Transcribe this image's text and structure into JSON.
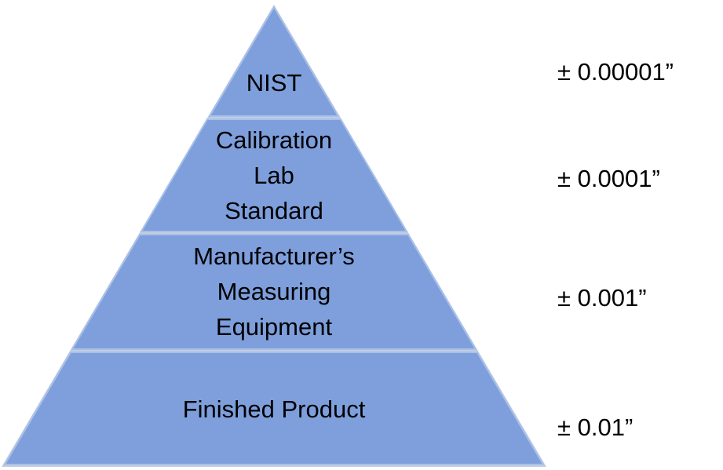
{
  "title": "Measurement traceability pyramid",
  "colors": {
    "fill": "#7e9fdc",
    "edge": "#a9c0e8",
    "gap": "#c3cde0"
  },
  "levels": [
    {
      "label_lines": [
        "NIST"
      ],
      "tolerance": "± 0.00001”"
    },
    {
      "label_lines": [
        "Calibration",
        "Lab",
        "Standard"
      ],
      "tolerance": "± 0.0001”"
    },
    {
      "label_lines": [
        "Manufacturer’s",
        "Measuring",
        "Equipment"
      ],
      "tolerance": "± 0.001”"
    },
    {
      "label_lines": [
        "Finished Product"
      ],
      "tolerance": "± 0.01”"
    }
  ]
}
